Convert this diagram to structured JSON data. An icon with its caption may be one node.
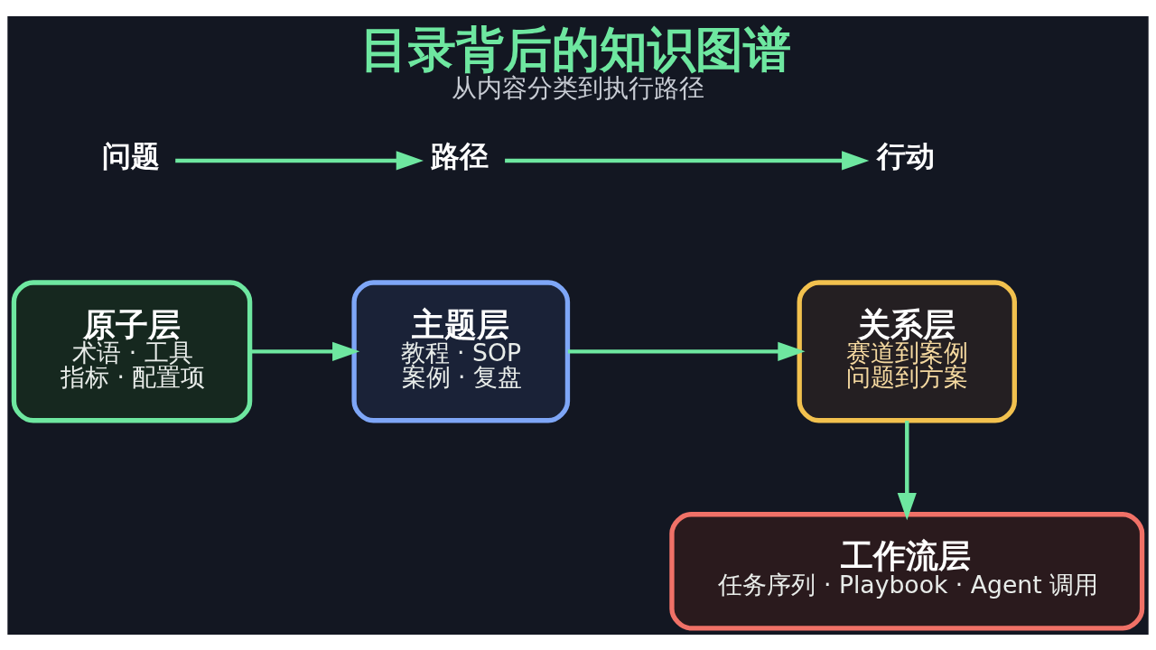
{
  "diagram": {
    "title": "目录背后的知识图谱",
    "caption": "从内容分类到执行路径",
    "nodes": [
      {
        "text": [
          "原子层",
          "术语 · 工具",
          "指标 · 配置项"
        ]
      },
      {
        "text": [
          "主题层",
          "教程 · SOP",
          "案例 · 复盘"
        ]
      },
      {
        "text": [
          "关系层",
          "赛道到案例",
          "问题到方案"
        ]
      },
      {
        "text": [
          "工作流层",
          "任务序列 · Playbook · Agent 调用"
        ]
      },
      {
        "text": [
          "问题"
        ]
      },
      {
        "text": [
          "路径"
        ]
      },
      {
        "text": [
          "行动"
        ]
      }
    ],
    "edges": [
      {
        "from": 0,
        "to": 1,
        "arrow": "to"
      },
      {
        "from": 1,
        "to": 2,
        "arrow": "to"
      },
      {
        "from": 2,
        "to": 3,
        "arrow": "to"
      },
      {
        "from": 4,
        "to": 5,
        "arrow": "to"
      },
      {
        "from": 5,
        "to": 6,
        "arrow": "to"
      }
    ]
  }
}
